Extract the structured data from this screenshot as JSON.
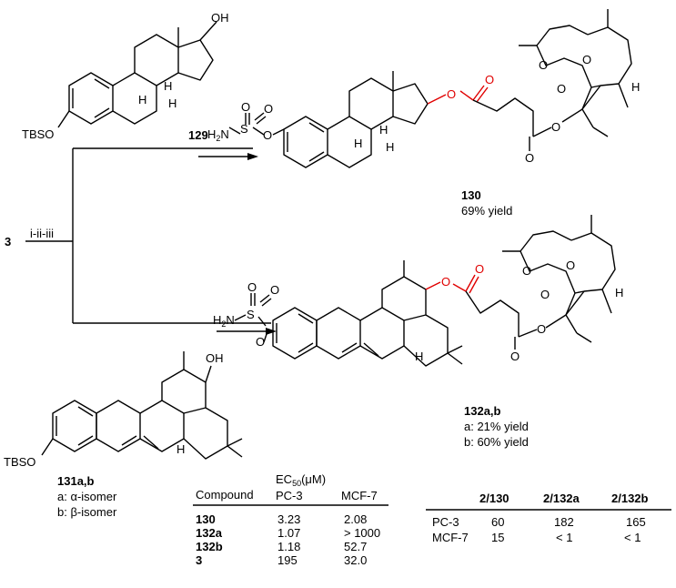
{
  "scheme": {
    "start_compound": "3",
    "conditions": "i-ii-iii",
    "reagent_top": "129",
    "reagent_top_group": "TBSO",
    "reagent_bottom": "131a,b",
    "reagent_bottom_group": "TBSO",
    "reagent_bottom_isomers": [
      "a: α-isomer",
      "b: β-isomer"
    ],
    "product_top": "130",
    "product_top_yield": "69% yield",
    "product_bottom": "132a,b",
    "product_bottom_yields": [
      "a: 21% yield",
      "b: 60% yield"
    ],
    "atom_labels": {
      "oh": "OH",
      "h2n": "H",
      "h2n_sub": "2",
      "h2n_n": "N",
      "s": "S",
      "o": "O",
      "h": "H"
    }
  },
  "ec50_table": {
    "header_main": "EC",
    "header_sub": "50",
    "header_unit": "(μM)",
    "columns": [
      "Compound",
      "PC-3",
      "MCF-7"
    ],
    "rows": [
      {
        "compound": "130",
        "pc3": "3.23",
        "mcf7": "2.08"
      },
      {
        "compound": "132a",
        "pc3": "1.07",
        "mcf7": "> 1000"
      },
      {
        "compound": "132b",
        "pc3": "1.18",
        "mcf7": "52.7"
      },
      {
        "compound": "3",
        "pc3": "195",
        "mcf7": "32.0"
      }
    ]
  },
  "ratio_table": {
    "columns": [
      "",
      "2/130",
      "2/132a",
      "2/132b"
    ],
    "rows": [
      {
        "cell": "PC-3",
        "r130": "60",
        "r132a": "182",
        "r132b": "165"
      },
      {
        "cell": "MCF-7",
        "r130": "15",
        "r132a": "< 1",
        "r132b": "< 1"
      }
    ]
  }
}
